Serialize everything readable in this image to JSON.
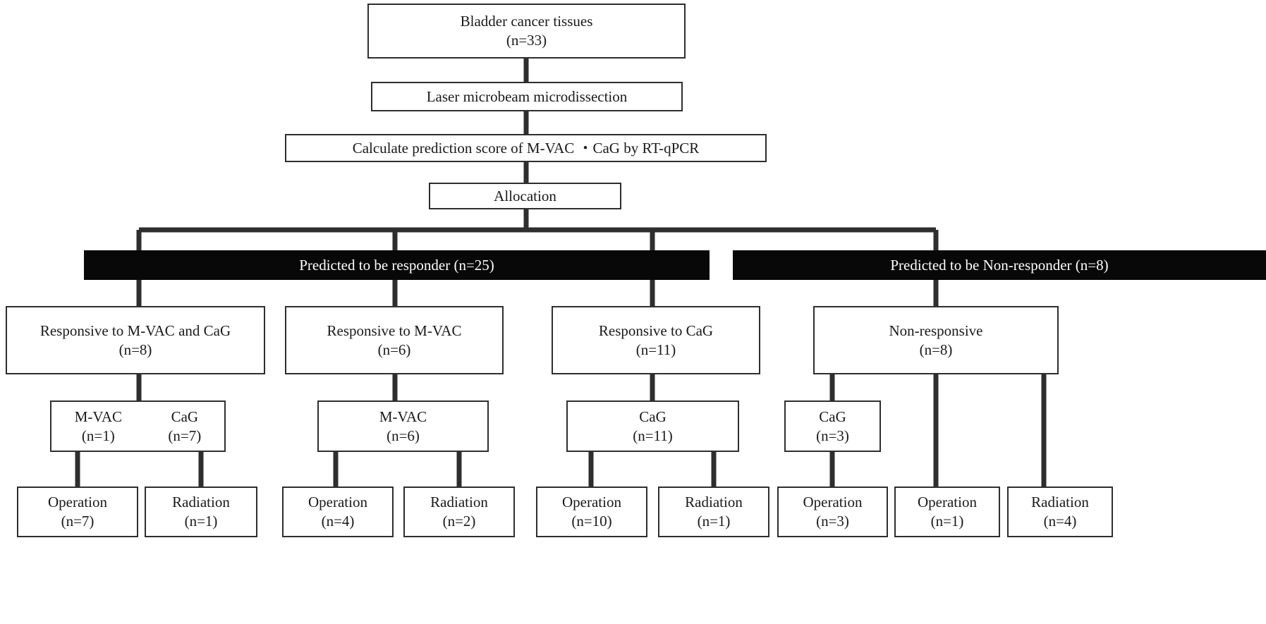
{
  "diagram": {
    "title": "Bladder cancer treatment allocation flowchart",
    "colors": {
      "line": "#2e2e2e",
      "box_fill": "#ffffff",
      "dark_fill": "#080808",
      "dark_text": "#ffffff",
      "text": "#1a1a1a"
    },
    "nodes": {
      "tissues": {
        "line1": "Bladder cancer tissues",
        "line2": "(n=33)"
      },
      "microdissection": {
        "line1": "Laser microbeam microdissection"
      },
      "score": {
        "line1": "Calculate prediction score of M-VAC ・CaG by RT-qPCR"
      },
      "allocation": {
        "line1": "Allocation"
      },
      "pred_responder": {
        "line1": "Predicted to be  responder (n=25)"
      },
      "pred_nonresponder": {
        "line1": "Predicted to be Non-responder (n=8)"
      },
      "resp_mvac_cag": {
        "line1": "Responsive to M-VAC and CaG",
        "line2": "(n=8)"
      },
      "resp_mvac": {
        "line1": "Responsive to M-VAC",
        "line2": "(n=6)"
      },
      "resp_cag": {
        "line1": "Responsive to CaG",
        "line2": "(n=11)"
      },
      "nonresponsive": {
        "line1": "Non-responsive",
        "line2": "(n=8)"
      },
      "tx_mvac_1": {
        "line1": "M-VAC",
        "line2": "(n=1)"
      },
      "tx_cag_7": {
        "line1": "CaG",
        "line2": "(n=7)"
      },
      "tx_mvac_6": {
        "line1": "M-VAC",
        "line2": "(n=6)"
      },
      "tx_cag_11": {
        "line1": "CaG",
        "line2": "(n=11)"
      },
      "tx_cag_3": {
        "line1": "CaG",
        "line2": "(n=3)"
      },
      "out_op_7": {
        "line1": "Operation",
        "line2": "(n=7)"
      },
      "out_rad_1a": {
        "line1": "Radiation",
        "line2": "(n=1)"
      },
      "out_op_4": {
        "line1": "Operation",
        "line2": "(n=4)"
      },
      "out_rad_2": {
        "line1": "Radiation",
        "line2": "(n=2)"
      },
      "out_op_10": {
        "line1": "Operation",
        "line2": "(n=10)"
      },
      "out_rad_1b": {
        "line1": "Radiation",
        "line2": "(n=1)"
      },
      "out_op_3": {
        "line1": "Operation",
        "line2": "(n=3)"
      },
      "out_op_1": {
        "line1": "Operation",
        "line2": "(n=1)"
      },
      "out_rad_4": {
        "line1": "Radiation",
        "line2": "(n=4)"
      }
    }
  }
}
